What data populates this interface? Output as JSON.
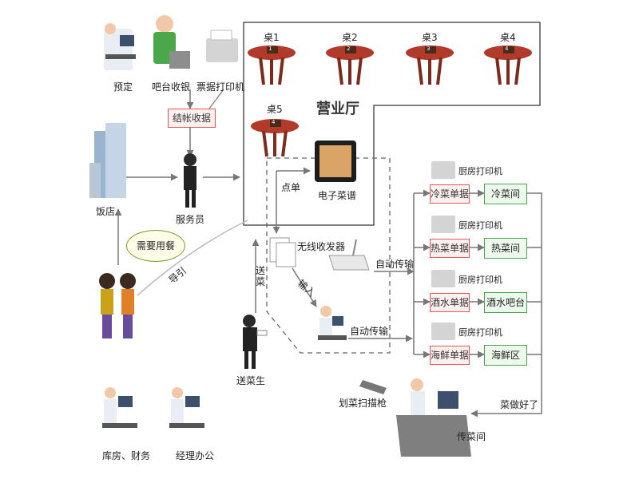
{
  "hall": {
    "title": "营业厅"
  },
  "tables": [
    {
      "label": "桌1",
      "plate": "1"
    },
    {
      "label": "桌2",
      "plate": "2"
    },
    {
      "label": "桌3",
      "plate": "3"
    },
    {
      "label": "桌4",
      "plate": "4"
    },
    {
      "label": "桌5",
      "plate": "4"
    }
  ],
  "nodes": {
    "reservation": "预定",
    "bar_cashier": "吧台收银",
    "bill_printer": "票据打印机",
    "checkout": "结帐收据",
    "restaurant": "饭店",
    "waiter": "服务员",
    "e_menu": "电子菜谱",
    "wireless": "无线收发器",
    "server": "送菜生",
    "warehouse": "库房、财务",
    "manager": "经理办公",
    "dispatch": "传菜间",
    "scanner": "划菜扫描枪"
  },
  "edges": {
    "order": "点单",
    "guide": "导引",
    "serve": "送菜",
    "input": "输入",
    "auto1": "自动传输",
    "auto2": "自动传输",
    "done": "菜做好了"
  },
  "need_meal": "需要用餐",
  "kitchen": {
    "printer_label": "厨房打印机",
    "rows": [
      {
        "slip": "冷菜单据",
        "station": "冷菜间"
      },
      {
        "slip": "热菜单据",
        "station": "热菜间"
      },
      {
        "slip": "酒水单据",
        "station": "酒水吧台"
      },
      {
        "slip": "海鲜单据",
        "station": "海鲜区"
      }
    ]
  }
}
